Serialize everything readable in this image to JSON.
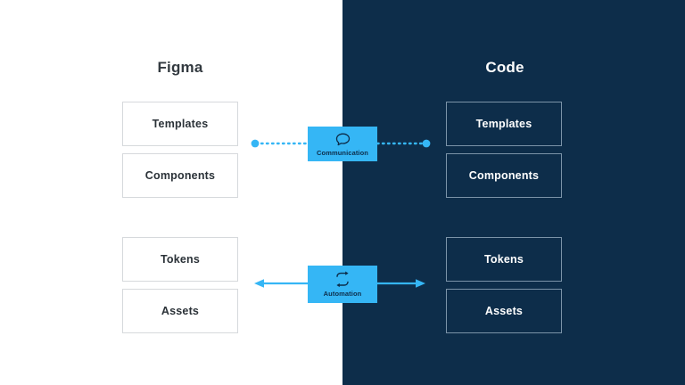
{
  "diagram": {
    "type": "two-column-comparison-with-bridges",
    "background_left": "#ffffff",
    "background_right": "#0d2d4a",
    "accent": "#35b6f5"
  },
  "left_panel": {
    "title": "Figma",
    "items": [
      {
        "label": "Templates"
      },
      {
        "label": "Components"
      },
      {
        "label": "Tokens"
      },
      {
        "label": "Assets"
      }
    ]
  },
  "right_panel": {
    "title": "Code",
    "items": [
      {
        "label": "Templates"
      },
      {
        "label": "Components"
      },
      {
        "label": "Tokens"
      },
      {
        "label": "Assets"
      }
    ]
  },
  "bridges": [
    {
      "label": "Communication",
      "icon": "speech-bubble-icon",
      "connector": "dotted",
      "endpoints": "dot-to-dot"
    },
    {
      "label": "Automation",
      "icon": "sync-arrows-icon",
      "connector": "solid",
      "endpoints": "arrow-to-arrow"
    }
  ]
}
